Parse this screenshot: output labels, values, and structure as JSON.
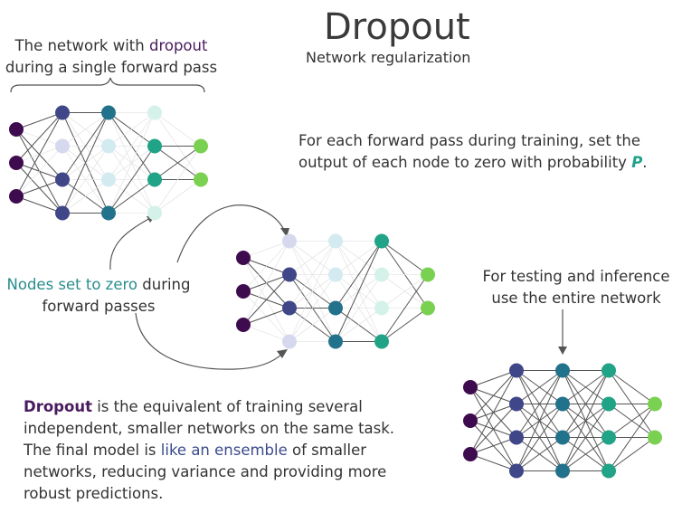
{
  "title": "Dropout",
  "subtitle": "Network regularization",
  "single_pass": {
    "line1_pre": "The network with ",
    "line1_highlight": "dropout",
    "line2": "during a single forward pass"
  },
  "for_each": {
    "line1": "For each forward pass during training, set the",
    "line2_pre": "output of each node to zero with probability ",
    "line2_p": "P",
    "line2_post": "."
  },
  "nodes_zero": {
    "highlight": "Nodes set to zero",
    "rest1": " during",
    "line2": "forward passes"
  },
  "testing": {
    "line1": "For testing and inference",
    "line2": "use the entire network"
  },
  "summary": {
    "bold": "Dropout",
    "p1": " is the equivalent of training several independent, smaller networks on the same task. The final model is ",
    "highlight": "like an ensemble",
    "p2": " of smaller networks, reducing variance and providing more robust predictions."
  },
  "colors": {
    "layer1": "#3f0b4f",
    "layer2": "#3f4788",
    "layer3": "#23728c",
    "layer4": "#20a386",
    "layer5": "#7ad151",
    "inactive2": "#d6d9ee",
    "inactive3": "#d3eaf1",
    "inactive4": "#d4f2ea",
    "edge": "#555555",
    "edge_faint": "#e6e6e6",
    "accent_text_purple": "#4a1a5e",
    "accent_text_blue": "#3b4a8c",
    "accent_text_teal": "#2a8c8c"
  },
  "networks": [
    {
      "id": "dropout-net-1",
      "inactive": [
        [
          1,
          1
        ],
        [
          2,
          1
        ],
        [
          2,
          2
        ],
        [
          3,
          0
        ],
        [
          3,
          3
        ]
      ]
    },
    {
      "id": "dropout-net-2",
      "inactive": [
        [
          1,
          0
        ],
        [
          1,
          3
        ],
        [
          2,
          0
        ],
        [
          2,
          1
        ],
        [
          3,
          1
        ],
        [
          3,
          2
        ]
      ]
    },
    {
      "id": "full-net",
      "inactive": []
    }
  ]
}
